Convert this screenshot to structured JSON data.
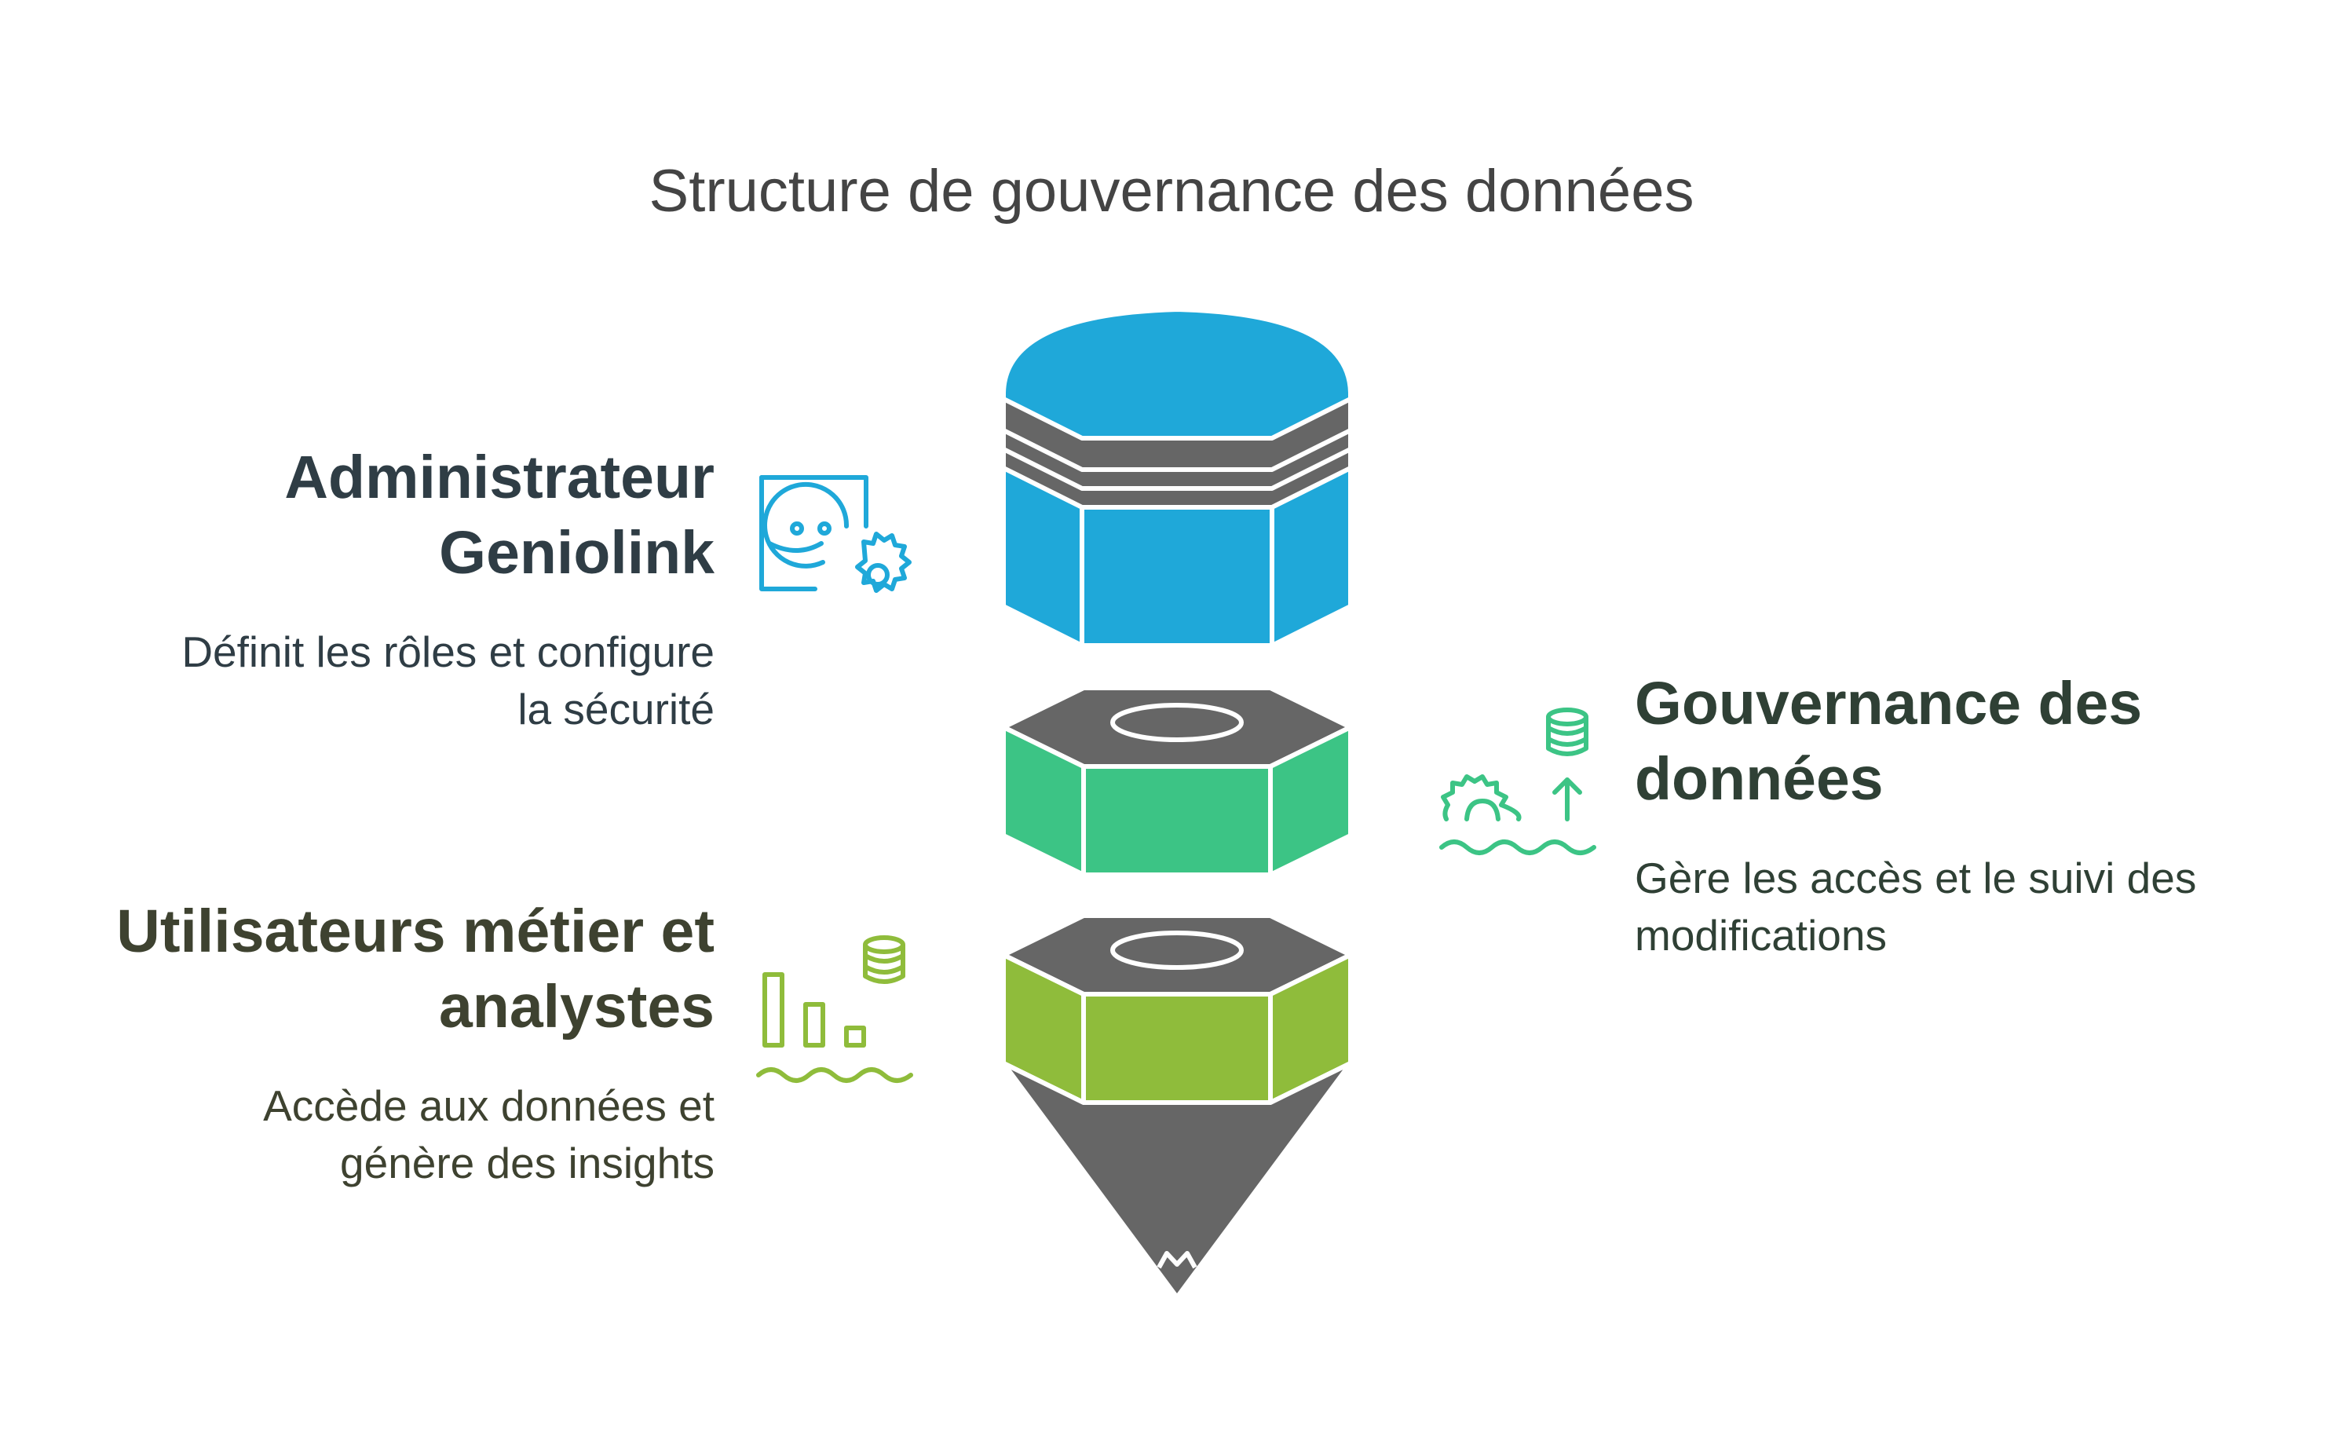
{
  "title": "Structure de gouvernance des données",
  "colors": {
    "blue": "#1fa8d9",
    "green": "#3cc485",
    "lime": "#8fbc3b",
    "gray": "#666666"
  },
  "sections": {
    "admin": {
      "heading_line1": "Administrateur",
      "heading_line2": "Geniolink",
      "desc_line1": "Définit les rôles et configure",
      "desc_line2": "la sécurité",
      "icon": "admin-settings-icon"
    },
    "governance": {
      "heading_line1": "Gouvernance des",
      "heading_line2": "données",
      "desc_line1": "Gère les accès et le suivi des",
      "desc_line2": "modifications",
      "icon": "data-governance-icon"
    },
    "users": {
      "heading_line1": "Utilisateurs métier et",
      "heading_line2": "analystes",
      "desc_line1": "Accède aux données et",
      "desc_line2": "génère des insights",
      "icon": "analytics-icon"
    }
  }
}
